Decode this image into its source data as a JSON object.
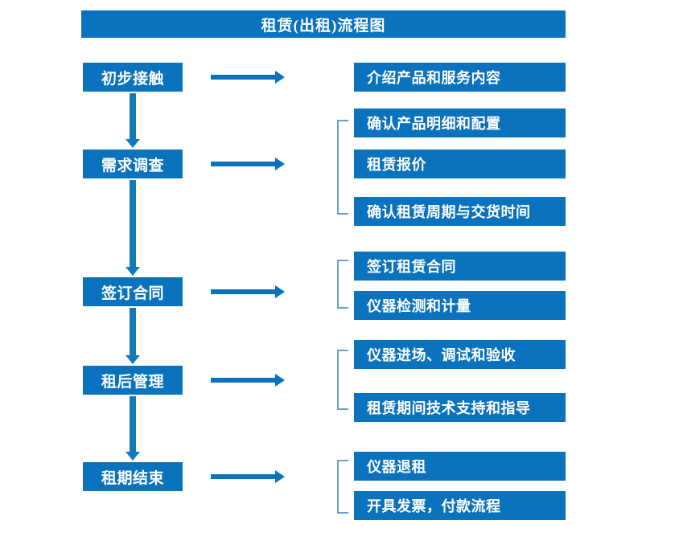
{
  "diagram": {
    "title": "租赁(出租)流程图",
    "accent_color": "#0b72bd",
    "bracket_color": "#6b9fd0",
    "text_color": "#ffffff",
    "background_color": "#ffffff"
  },
  "stages": [
    {
      "label": "初步接触"
    },
    {
      "label": "需求调查"
    },
    {
      "label": "签订合同"
    },
    {
      "label": "租后管理"
    },
    {
      "label": "租期结束"
    }
  ],
  "details": {
    "group1": [
      {
        "label": "介绍产品和服务内容"
      }
    ],
    "group2": [
      {
        "label": "确认产品明细和配置"
      },
      {
        "label": "租赁报价"
      },
      {
        "label": "确认租赁周期与交货时间"
      }
    ],
    "group3": [
      {
        "label": "签订租赁合同"
      },
      {
        "label": "仪器检测和计量"
      }
    ],
    "group4": [
      {
        "label": "仪器进场、调试和验收"
      },
      {
        "label": "租赁期间技术支持和指导"
      }
    ],
    "group5": [
      {
        "label": "仪器退租"
      },
      {
        "label": "开具发票，付款流程"
      }
    ]
  }
}
